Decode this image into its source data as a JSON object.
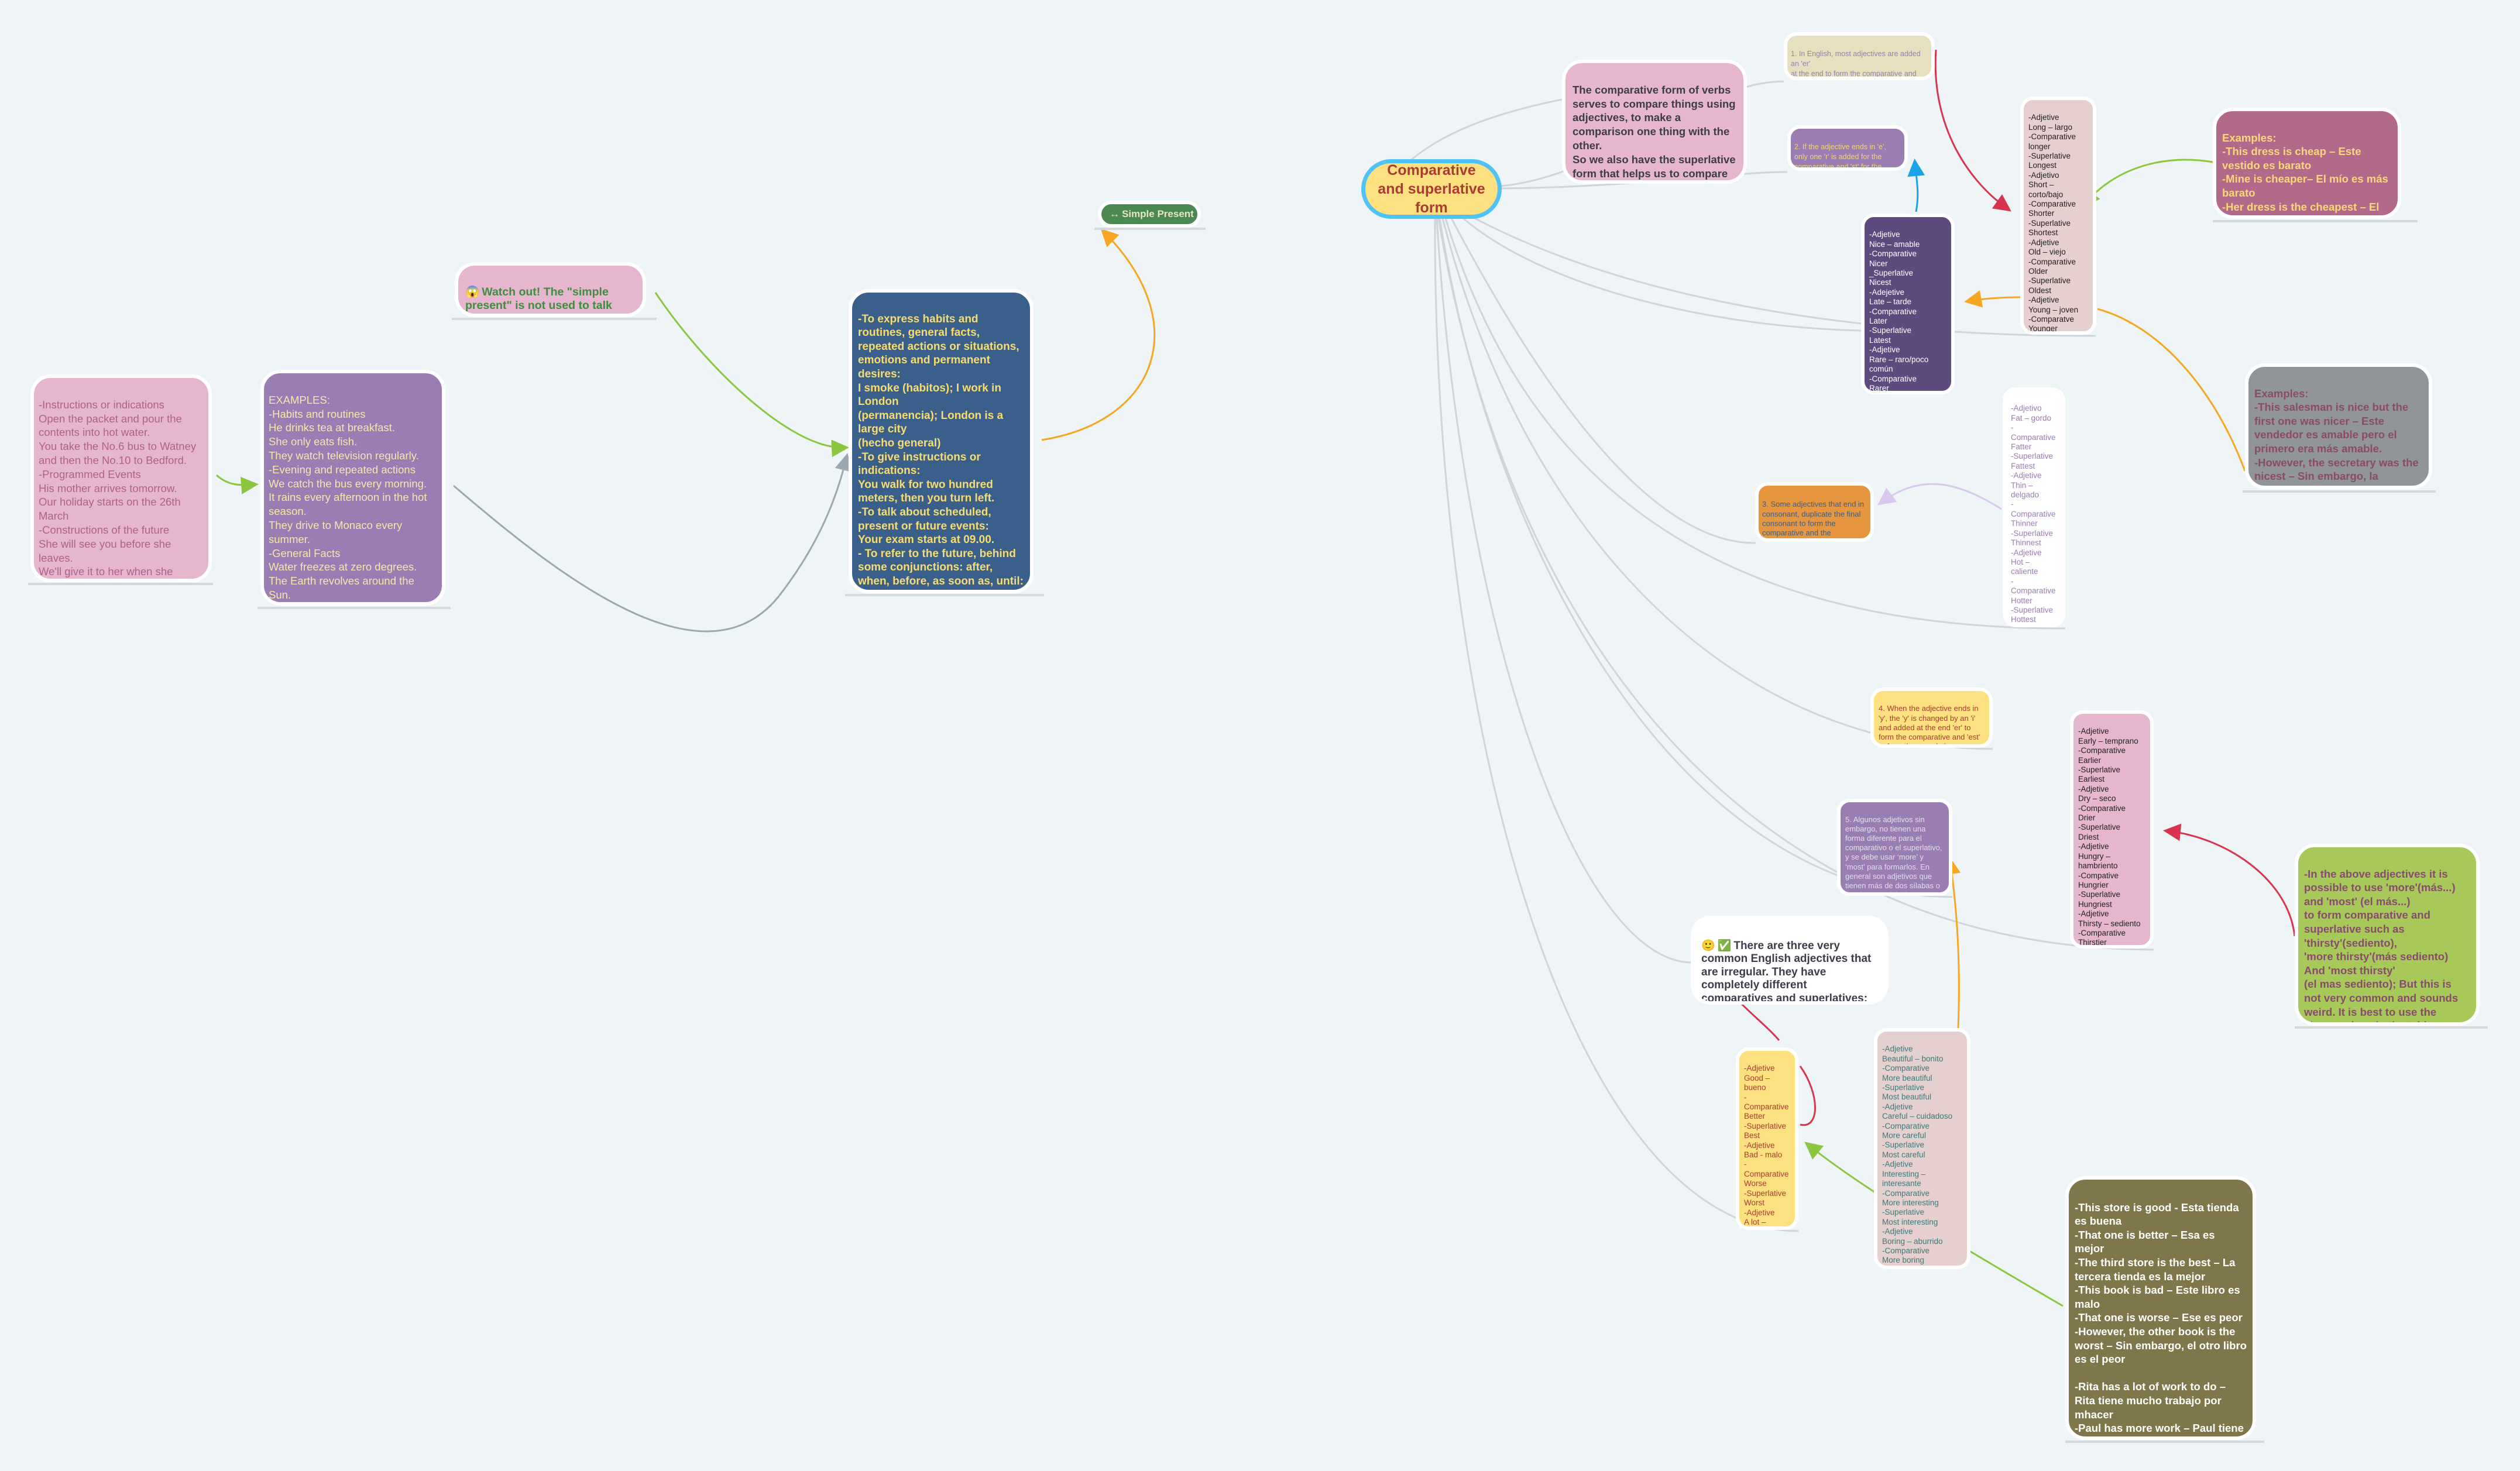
{
  "root": {
    "text": "Comparative and superlative form"
  },
  "simple_present": {
    "icon": "left-right-arrow-icon",
    "icon_glyph": "↔",
    "text": "Simple Present"
  },
  "simple_present_uses": {
    "text": "-To express habits and routines, general facts, repeated actions or situations, emotions and permanent desires:\nI smoke (habitos); I work in London\n(permanencia); London is a large city\n(hecho general)\n-To give instructions or indications:\nYou walk for two hundred meters, then you turn left.\n-To talk about scheduled, present or future events:\nYour exam starts at 09.00.\n- To refer to the future, behind some conjunctions: after, when, before, as soon as, until:\nI'll give it to you when you eat next Saturday."
  },
  "watch_out": {
    "icon": "screaming-face-icon",
    "icon_glyph": "😱",
    "text": "Watch out! The \"simple present\" is not used to talk about what is happening at this time."
  },
  "examples_simple": {
    "text": "EXAMPLES:\n-Habits and routines\nHe drinks tea at breakfast.\nShe only eats fish.\nThey watch television regularly.\n-Evening and repeated actions\nWe catch the bus every morning.\nIt rains every afternoon in the hot season.\nThey drive to Monaco every summer.\n-General Facts\nWater freezes at zero degrees.\nThe Earth revolves around the Sun.\nHer mother is Peruvian."
  },
  "instructions": {
    "text": "-Instructions or indications\nOpen the packet and pour the contents into hot water.\nYou take the No.6 bus to Watney and then the No.10 to Bedford.\n-Programmed Events\nHis mother arrives tomorrow.\nOur holiday starts on the 26th March\n-Constructions of the future\nShe will see you before she leaves.\nWe'll give it to her when she arrives."
  },
  "definition": {
    "text": "The comparative form of verbs serves to compare things using adjectives, to make a comparison one thing with the other.\nSo we also have the superlative form that helps us to compare one thing among many others, that is, in a larger amount."
  },
  "rule1": {
    "text": "1. In English, most adjectives are added an 'er'\nat the end to form the comparative and 'est' to form the superlative."
  },
  "rule2": {
    "text": "2. If the adjective ends in 'e', only one 'r' is added for the comparative and 'st' for the superlative."
  },
  "table_long": {
    "text": "-Adjetive\n Long – largo\n-Comparative\n longer\n-Superlative\n Longest\n -Adjetivo\nShort – corto/bajo\n -Comparative\nShorter\n -Superlative\nShortest\n -Adjetive\nOld – viejo\n -Comparative\nOlder\n -Superlative\nOldest\n -Adjetive\nYoung – joven\n -Comparatve\nYounger\n -Superlative\nYoungest"
  },
  "table_nice": {
    "text": "-Adjetive\nNice – amable\n-Comparative\nNicer\n_Superlative\nNicest\n-Adejetive\nLate – tarde\n-Comparative\nLater\n-Superlative\nLatest\n-Adjetive\nRare – raro/poco común\n-Comparative\nRarer\n-Superlative\nRarest"
  },
  "examples_cheap": {
    "text": "Examples:\n-This dress is cheap – Este vestido es barato\n-Mine is cheaper– El mío es más barato\n-Her dress is the cheapest – El vestido de ella es el más barato"
  },
  "examples_nice": {
    "text": "Examples:\n-This salesman is nice but the first one was nicer – Este vendedor es amable pero el primero era más amable.\n-However, the secretary was the nicest – Sin embargo, la secretaria era la más amable"
  },
  "rule3": {
    "text": "3. Some adjectives that end in consonant, duplicate the final consonant to form the comparative and the superlative, like this:"
  },
  "table_fat": {
    "text": "-Adjetivo\nFat – gordo\n-Comparative\nFatter\n-Superlative\nFattest\n-Adjetive\nThin – delgado\n-Comparative\nThinner\n-Superlative\nThinnest\n-Adjetive\nHot – caliente\n-Comparative\nHotter\n-Superlative\nHottest\n-Adjetive\nBig – grande\n-Comparative\nBigger\n-Superlative\nBiggest"
  },
  "rule4": {
    "text": "4. When the adjective ends in 'y', the 'y' is changed by an 'i' and added at the end 'er' to form the comparative and 'est' to form the superlative, as follows:"
  },
  "rule5": {
    "text": "5. Algunos adjetivos sin embargo, no tienen una forma diferente para el comparativo o el superlativo, y se debe usar ‘more’ y ‘most’ para formarlos. En general son adjetivos que tienen más de dos sílabas o terminan en ‘ful’, ‘ing’, ‘ous’, ‘ive’, ‘ish’, ‘al’, ‘able’ y ‘ed’."
  },
  "table_early": {
    "text": "-Adjetive\n Early – temprano\n-Comparative\nEarlier\n-Superlative\nEarliest\n-Adjetive\nDry – seco\n-Comparative\nDrier\n-Superlative\nDriest\n-Adjetive\nHungry – hambriento\n-Compative\nHungrier\n-Superlative\nHungriest\n-Adjetive\nThirsty – sediento\n-Comparative\nThirstier\n-Superlative\nThirstiest"
  },
  "more_most_note": {
    "text": "-In the above adjectives it is possible to use 'more'(más...) and 'most' (el más...)\nto form comparative and superlative such as\n'thirsty'(sediento),\n'more thirsty'(más sediento) And 'most thirsty'\n(el mas sediento); But this is not very common and sounds weird. It is best to use the shapes given in the tables above."
  },
  "irregular": {
    "icons": [
      "slightly-smiling-face-icon",
      "check-mark-button-icon"
    ],
    "icon_glyphs": [
      "🙂",
      "✅"
    ],
    "text": "There are three very common English adjectives that are irregular. They have completely different comparatives and superlatives; these are:"
  },
  "table_good": {
    "text": "-Adjetive\nGood – bueno\n-Comparative\nBetter\n-Superlative\nBest\n-Adjetive\nBad - malo\n-Comparative\nWorse\n-Superlative\nWorst\n-Adjetive\nA lot – mucho\n-Comparative\nMore\n-Superlative\nMost"
  },
  "table_beautiful": {
    "text": "-Adjetive\nBeautiful – bonito\n-Comparative\nMore beautiful\n-Superlative\nMost beautiful\n-Adjetive\nCareful – cuidadoso\n-Comparative\nMore careful\n-Superlative\nMost careful\n-Adjetive\nInteresting – interesante\n-Comparative\nMore interesting\n-Superlative\nMost interesting\n-Adjetive\nBoring – aburrido\n-Comparative\nMore boring\n-Superlative\nMost boring"
  },
  "examples_irregular": {
    "text": "-This store is good - Esta tienda es buena\n-That one is better – Esa es mejor\n-The third store is the best – La tercera tienda es la mejor\n-This book is bad – Este libro es malo\n-That one is worse – Ese es peor\n-However, the other book is the worst – Sin embargo, el otro libro es el peor\n\n-Rita has a lot of work to do – Rita tiene mucho trabajo por mhacer\n-Paul has more work – Paul tiene más trabajo\n-Carl has the most work – Carl tiene más trabajo que todos"
  },
  "colors": {
    "background": "#eff4f7",
    "root_fill": "#fde07f",
    "root_border": "#4fc3f7",
    "connector": "#cfd4d8",
    "arrow_orange": "#f5a623",
    "arrow_green": "#8cc63f",
    "arrow_red": "#d9344f",
    "arrow_blue": "#1aa3e8",
    "arrow_lavender": "#d8c8ee"
  }
}
